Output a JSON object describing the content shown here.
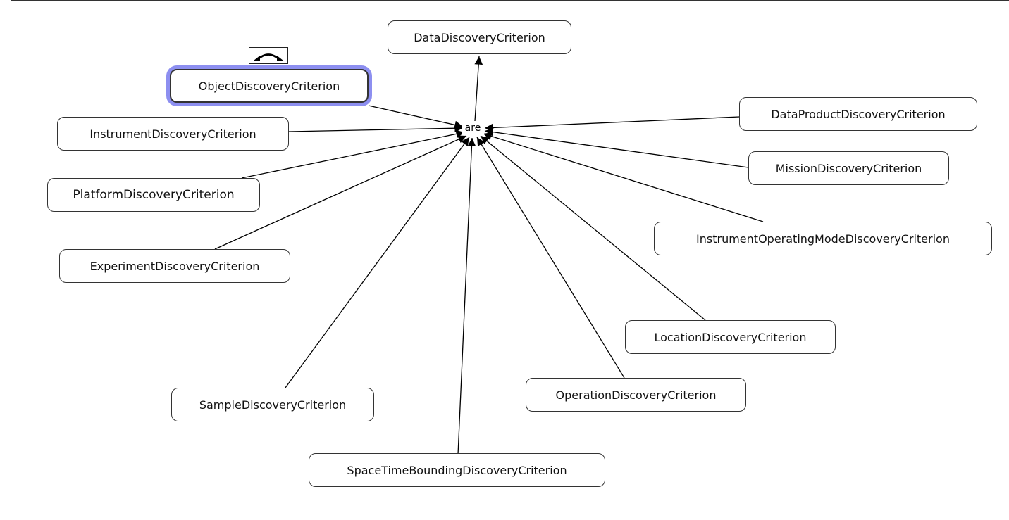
{
  "diagram": {
    "hub_label": "are",
    "parent": "DataDiscoveryCriterion",
    "nodes": {
      "data_discovery": "DataDiscoveryCriterion",
      "object_discovery": "ObjectDiscoveryCriterion",
      "instrument_discovery": "InstrumentDiscoveryCriterion",
      "platform_discovery": "PlatformDiscoveryCriterion",
      "experiment_discovery": "ExperimentDiscoveryCriterion",
      "sample_discovery": "SampleDiscoveryCriterion",
      "space_time_bounding_discovery": "SpaceTimeBoundingDiscoveryCriterion",
      "operation_discovery": "OperationDiscoveryCriterion",
      "location_discovery": "LocationDiscoveryCriterion",
      "instrument_operating_mode_discovery": "InstrumentOperatingModeDiscoveryCriterion",
      "mission_discovery": "MissionDiscoveryCriterion",
      "data_product_discovery": "DataProductDiscoveryCriterion"
    },
    "relations": [
      {
        "from": "ObjectDiscoveryCriterion",
        "label": "are",
        "to": "DataDiscoveryCriterion"
      },
      {
        "from": "InstrumentDiscoveryCriterion",
        "label": "are",
        "to": "DataDiscoveryCriterion"
      },
      {
        "from": "PlatformDiscoveryCriterion",
        "label": "are",
        "to": "DataDiscoveryCriterion"
      },
      {
        "from": "ExperimentDiscoveryCriterion",
        "label": "are",
        "to": "DataDiscoveryCriterion"
      },
      {
        "from": "SampleDiscoveryCriterion",
        "label": "are",
        "to": "DataDiscoveryCriterion"
      },
      {
        "from": "SpaceTimeBoundingDiscoveryCriterion",
        "label": "are",
        "to": "DataDiscoveryCriterion"
      },
      {
        "from": "OperationDiscoveryCriterion",
        "label": "are",
        "to": "DataDiscoveryCriterion"
      },
      {
        "from": "LocationDiscoveryCriterion",
        "label": "are",
        "to": "DataDiscoveryCriterion"
      },
      {
        "from": "InstrumentOperatingModeDiscoveryCriterion",
        "label": "are",
        "to": "DataDiscoveryCriterion"
      },
      {
        "from": "MissionDiscoveryCriterion",
        "label": "are",
        "to": "DataDiscoveryCriterion"
      },
      {
        "from": "DataProductDiscoveryCriterion",
        "label": "are",
        "to": "DataDiscoveryCriterion"
      }
    ],
    "selected_node": "ObjectDiscoveryCriterion",
    "colors": {
      "selection_halo": "#8d8ff0",
      "line": "#000000",
      "node_border": "#333333"
    },
    "icons": {
      "selection_handle": "curved-double-arrow-icon"
    }
  }
}
